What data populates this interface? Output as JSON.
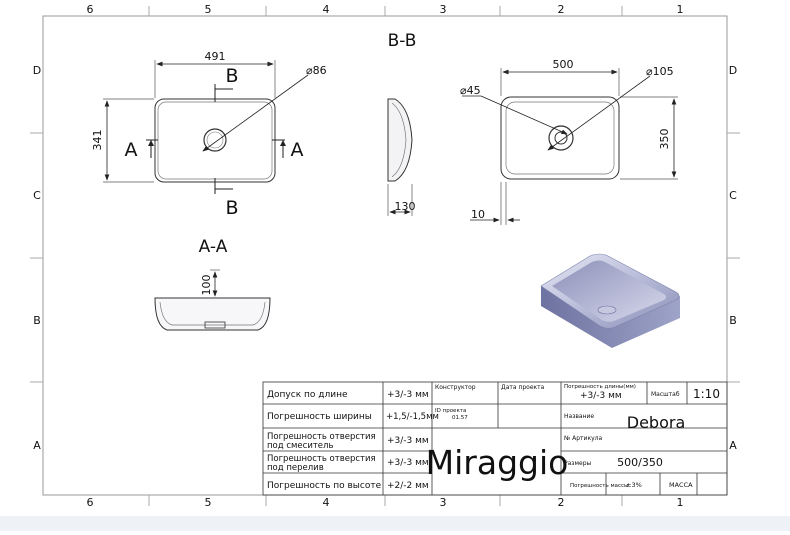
{
  "zones": {
    "top": [
      "6",
      "5",
      "4",
      "3",
      "2",
      "1"
    ],
    "bottom": [
      "6",
      "5",
      "4",
      "3",
      "2",
      "1"
    ],
    "left": [
      "D",
      "C",
      "B",
      "A"
    ],
    "right": [
      "D",
      "C",
      "B",
      "A"
    ]
  },
  "views": {
    "section_bb_title": "B-B",
    "section_aa_title": "A-A"
  },
  "dimensions": {
    "top_view_width": "491",
    "top_view_height": "341",
    "top_view_drain": "⌀86",
    "cut_a_left": "A",
    "cut_a_right": "A",
    "cut_b_top": "B",
    "cut_b_bottom": "B",
    "side_depth": "130",
    "right_view_width": "500",
    "right_view_height": "350",
    "right_view_drain_inner": "⌀45",
    "right_view_drain_outer": "⌀105",
    "right_view_rim": "10",
    "section_height": "100"
  },
  "title_block": {
    "rows": [
      {
        "label": "Допуск по длине",
        "value": "+3/-3 мм"
      },
      {
        "label": "Погрешность ширины",
        "value": "+1,5/-1,5мм"
      },
      {
        "label": "Погрешность отверстия под смеситель",
        "value": "+3/-3 мм"
      },
      {
        "label": "Погрешность отверстия под перелив",
        "value": "+3/-3 мм"
      },
      {
        "label": "Погрешность по высоте",
        "value": "+2/-2 мм"
      }
    ],
    "designer_label": "Конструктор",
    "project_date_label": "Дата проекта",
    "project_id_label": "ID проекта",
    "project_id_value": "01.57",
    "brand": "Miraggio",
    "length_tolerance_label": "Погрешность длины(мм)",
    "length_tolerance_value": "+3/-3 мм",
    "scale_label": "Масштаб",
    "scale_value": "1:10",
    "name_label": "Название",
    "name_value": "Debora",
    "article_label": "№ Артикула",
    "size_label": "Размеры",
    "size_value": "500/350",
    "mass_tolerance_label": "Погрешность массы",
    "mass_tolerance_value": "±3%",
    "mass_label": "МАССА"
  }
}
